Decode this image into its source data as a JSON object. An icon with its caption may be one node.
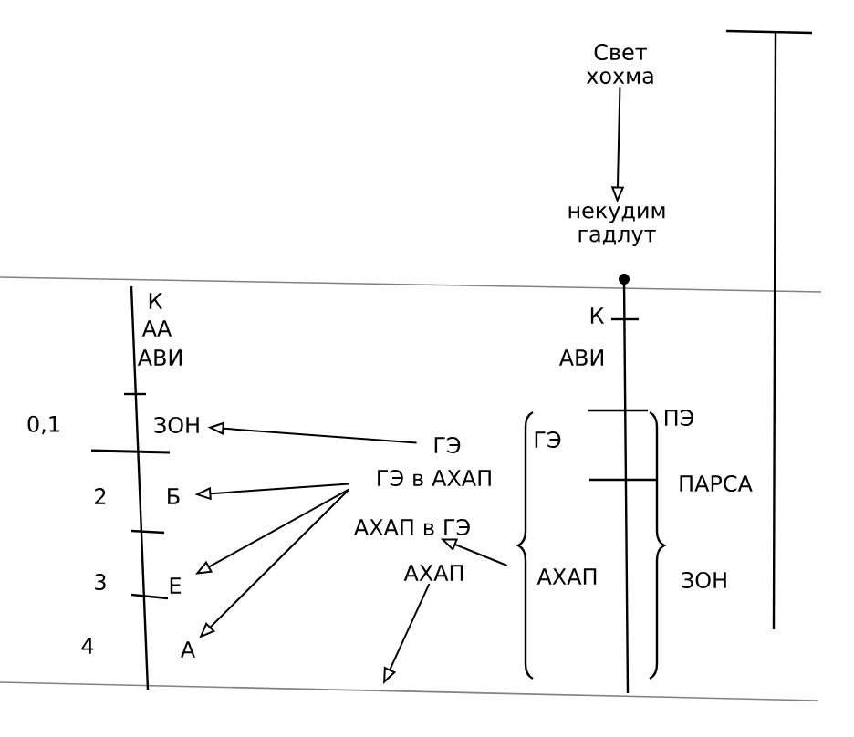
{
  "diagram": {
    "nodes": [
      {
        "text": [
          "Свет хохма"
        ]
      },
      {
        "text": [
          "некудим гадлут"
        ]
      },
      {
        "text": [
          "ЗОН"
        ]
      },
      {
        "text": [
          "Б"
        ]
      },
      {
        "text": [
          "Е"
        ]
      },
      {
        "text": [
          "А"
        ]
      },
      {
        "text": [
          "ГЭ"
        ]
      },
      {
        "text": [
          "ГЭ в АХАП"
        ]
      },
      {
        "text": [
          "АХАП в ГЭ"
        ]
      },
      {
        "text": [
          "АХАП"
        ]
      },
      {
        "text": [
          "АХАП"
        ]
      }
    ],
    "edges": [
      {
        "from": 0,
        "to": 1,
        "arrow": "to"
      },
      {
        "from": 6,
        "to": 2,
        "arrow": "to"
      },
      {
        "from": 7,
        "to": 3,
        "arrow": "to"
      },
      {
        "from": 7,
        "to": 4,
        "arrow": "to"
      },
      {
        "from": 7,
        "to": 5,
        "arrow": "to"
      },
      {
        "from": 10,
        "to": 8,
        "arrow": "to"
      },
      {
        "from": 9,
        "to": null,
        "arrow": "to"
      }
    ],
    "labels": [
      "К",
      "АА",
      "АВИ",
      "0,1",
      "2",
      "3",
      "4",
      "К",
      "АВИ",
      "ПЭ",
      "ГЭ",
      "ПАРСА",
      "ЗОН"
    ]
  }
}
